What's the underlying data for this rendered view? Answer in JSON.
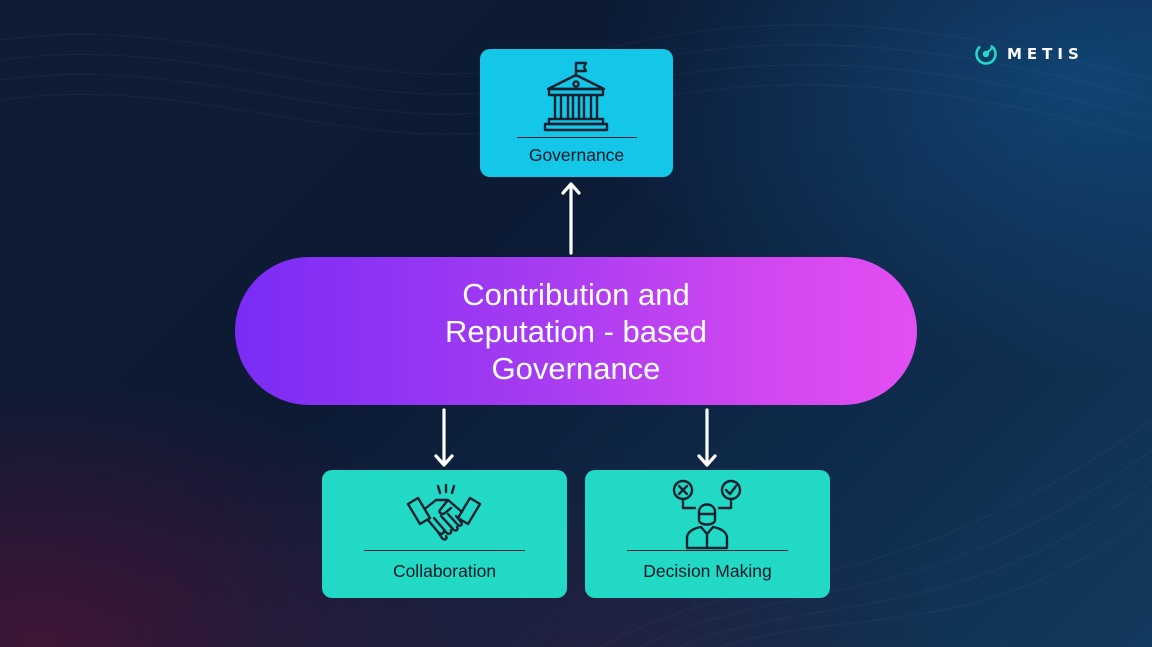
{
  "brand": {
    "logo_text": "METIS",
    "icon": "metis-logo-icon"
  },
  "center": {
    "title": "Contribution and Reputation - based Governance"
  },
  "nodes": [
    {
      "id": "governance",
      "label": "Governance",
      "icon": "courthouse-icon"
    },
    {
      "id": "collaboration",
      "label": "Collaboration",
      "icon": "handshake-icon"
    },
    {
      "id": "decision-making",
      "label": "Decision Making",
      "icon": "decision-person-icon"
    }
  ],
  "edges": [
    {
      "from": "center",
      "to": "governance",
      "direction": "up"
    },
    {
      "from": "center",
      "to": "collaboration",
      "direction": "down"
    },
    {
      "from": "center",
      "to": "decision-making",
      "direction": "down"
    }
  ],
  "colors": {
    "background": "#0c1a34",
    "governance_card": "#14c6e8",
    "bottom_cards": "#22d9c6",
    "pill_start": "#7a2cf5",
    "pill_end": "#e24ef2",
    "logo_accent": "#22d9c6",
    "arrows": "#ffffff"
  }
}
